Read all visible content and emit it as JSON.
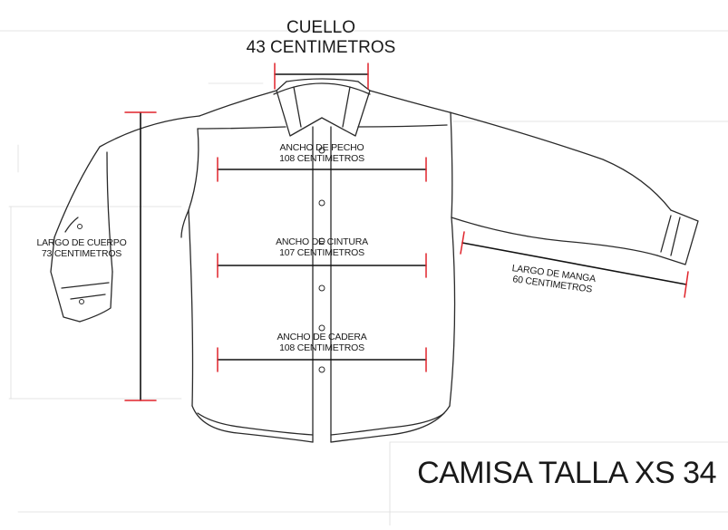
{
  "diagram": {
    "title": "CAMISA TALLA XS 34",
    "measurements": {
      "collar": {
        "name": "CUELLO",
        "value": "43 CENTIMETROS"
      },
      "chest": {
        "name": "ANCHO DE PECHO",
        "value": "108 CENTIMETROS"
      },
      "waist": {
        "name": "ANCHO DE CINTURA",
        "value": "107 CENTIMETROS"
      },
      "hip": {
        "name": "ANCHO DE CADERA",
        "value": "108 CENTIMETROS"
      },
      "body_length": {
        "name": "LARGO DE CUERPO",
        "value": "73 CENTIMETROS"
      },
      "sleeve_length": {
        "name": "LARGO DE MANGA",
        "value": "60 CENTIMETROS"
      }
    },
    "colors": {
      "outline": "#2a2a2a",
      "measure_line": "#111111",
      "measure_tick": "#e0242b",
      "guide": "#dddddd"
    }
  }
}
